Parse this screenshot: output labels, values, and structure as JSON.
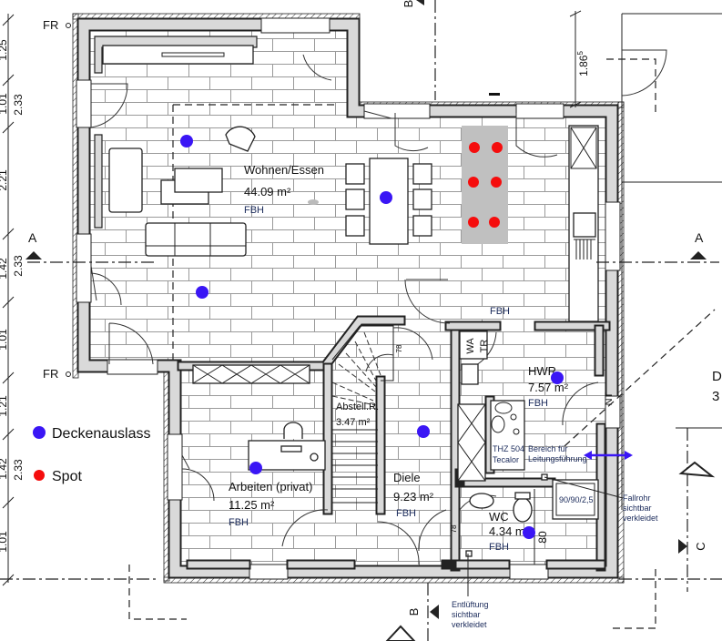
{
  "plan": {
    "rooms": [
      {
        "name": "Wohnen/Essen",
        "area": "44.09 m²",
        "heating": "FBH"
      },
      {
        "name": "Arbeiten (privat)",
        "area": "11.25 m²",
        "heating": "FBH"
      },
      {
        "name": "Abstell.R.",
        "area": "3.47 m²"
      },
      {
        "name": "Diele",
        "area": "9.23 m²",
        "heating": "FBH"
      },
      {
        "name": "HWR",
        "area": "7.57 m²",
        "heating": "FBH"
      },
      {
        "name": "WC",
        "area": "4.34 m²",
        "heating": "FBH"
      }
    ],
    "kitchen_heating": "FBH",
    "legend": {
      "ceiling_outlet": {
        "label": "Deckenauslass",
        "color": "#3a16f5"
      },
      "spot": {
        "label": "Spot",
        "color": "#f50d0d"
      }
    },
    "labels": {
      "fr": "FR",
      "section_a": "A",
      "section_b": "B",
      "section_c": "C",
      "neighbor_d": "D",
      "neighbor_d_num": "3",
      "wa": "WA",
      "tr": "TR",
      "nt": "NT",
      "thz_model": "THZ 504",
      "thz_brand": "Tecalor",
      "area_for_pipes_1": "Bereich für",
      "area_for_pipes_2": "Leitungsführung",
      "shower": "90/90/2,5",
      "downpipe_1": "Fallrohr",
      "downpipe_2": "sichtbar",
      "downpipe_3": "verkleidet",
      "vent_1": "Entlüftung",
      "vent_2": "sichtbar",
      "vent_3": "verkleidet",
      "door_width_78a": "78",
      "door_width_78b": "78",
      "door_width_80": "80",
      "top_dimension": "1.86",
      "top_dimension_sup": "5"
    },
    "left_dimensions": {
      "inner": [
        "1.25",
        "1.01",
        "2.21",
        "1.42",
        "1.01",
        "1.21",
        "1.42",
        "1.01"
      ],
      "outer": [
        "2.33",
        "2.33",
        "2.33"
      ]
    }
  }
}
